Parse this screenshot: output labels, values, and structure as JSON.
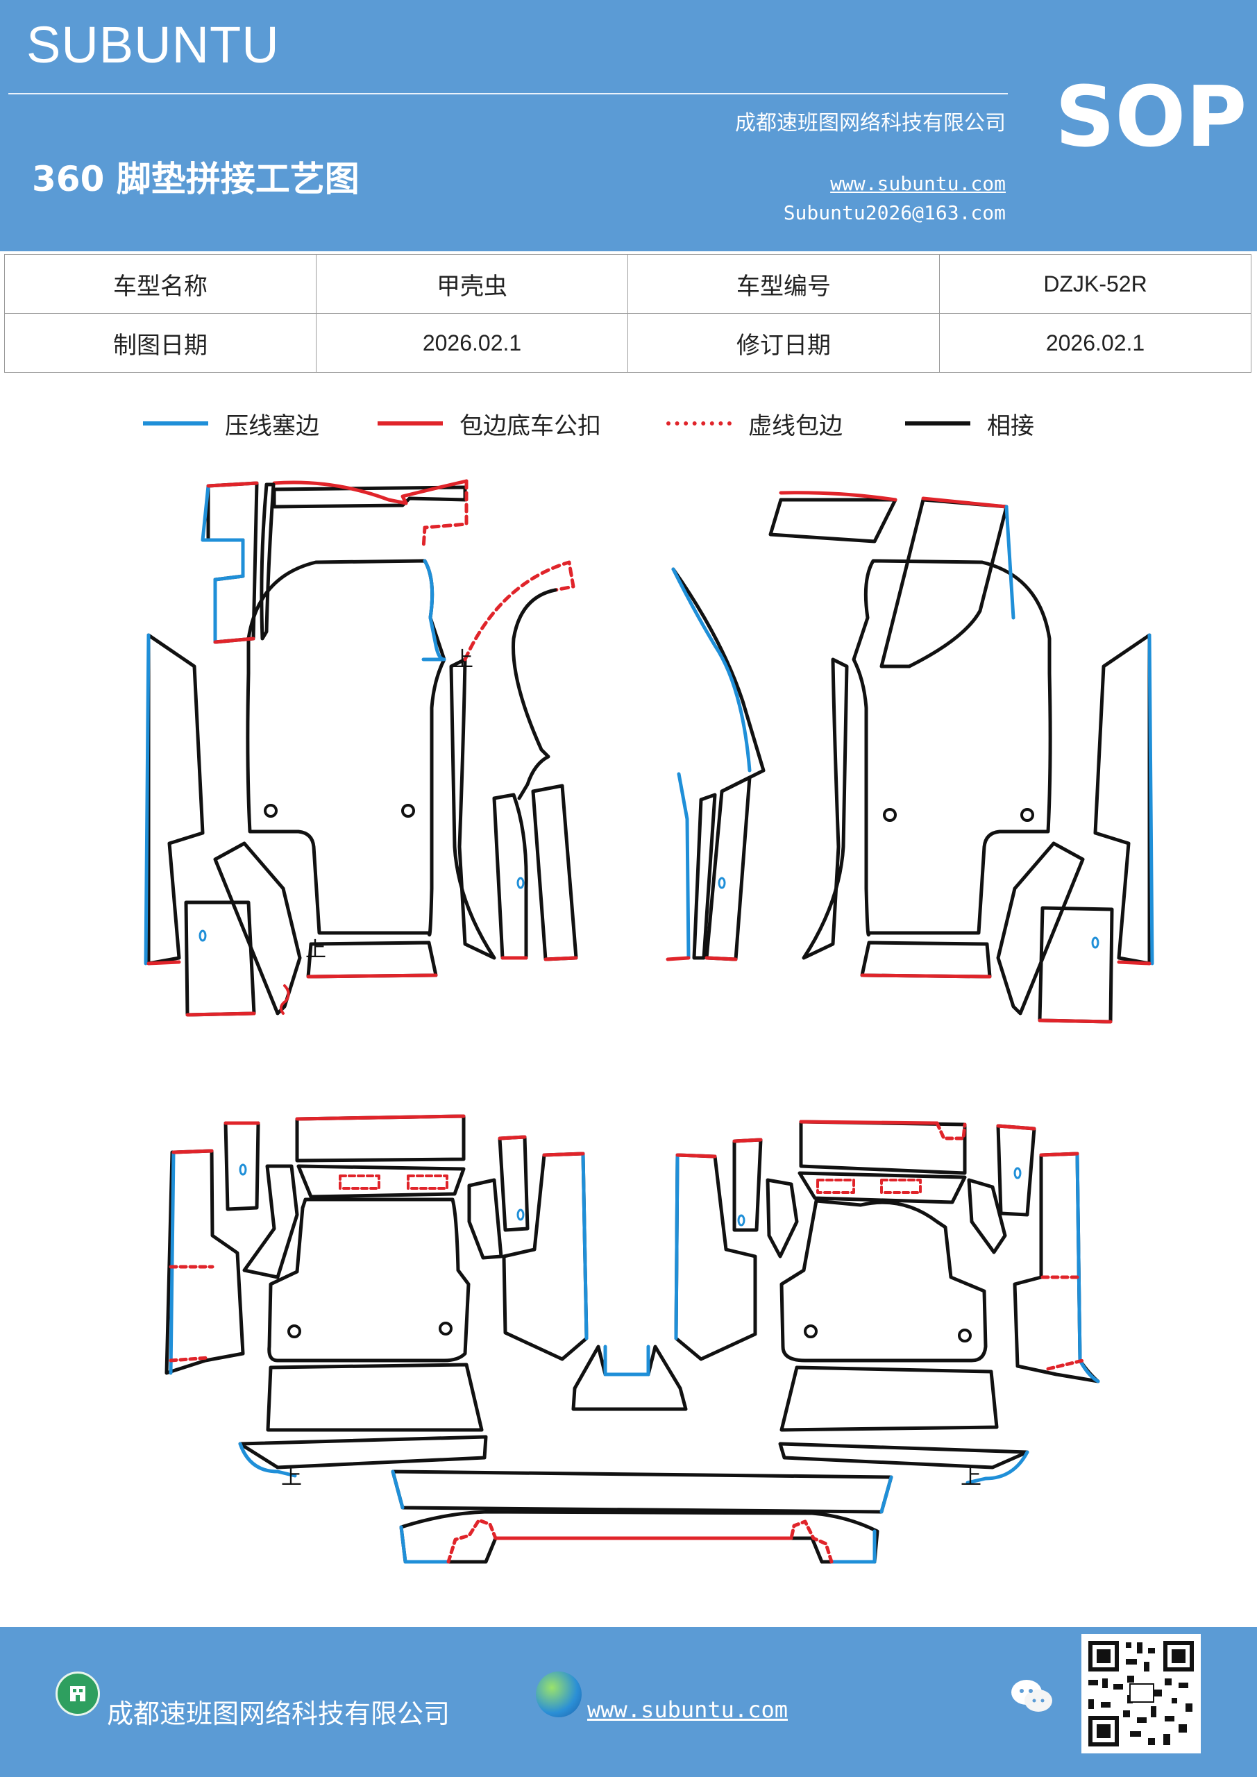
{
  "header": {
    "brand": "SUBUNTU",
    "badge": "SOP",
    "title": "360 脚垫拼接工艺图",
    "company": "成都速班图网络科技有限公司",
    "website": "www.subuntu.com",
    "email": "Subuntu2026@163.com",
    "background_color": "#5b9bd5"
  },
  "info_table": {
    "model_name_label": "车型名称",
    "model_name_value": "甲壳虫",
    "model_code_label": "车型编号",
    "model_code_value": "DZJK-52R",
    "draw_date_label": "制图日期",
    "draw_date_value": "2026.02.1",
    "revise_date_label": "修订日期",
    "revise_date_value": "2026.02.1"
  },
  "legend": [
    {
      "label": "压线塞边",
      "color": "#1f8fd8",
      "style": "solid"
    },
    {
      "label": "包边底车公扣",
      "color": "#e0242a",
      "style": "solid"
    },
    {
      "label": "虚线包边",
      "color": "#e0242a",
      "style": "dashed"
    },
    {
      "label": "相接",
      "color": "#111111",
      "style": "solid"
    }
  ],
  "diagram": {
    "mark_text": "上",
    "colors": {
      "press_tuck": "#1f8fd8",
      "hem": "#e0242a",
      "outline": "#111111"
    }
  },
  "footer": {
    "company": "成都速班图网络科技有限公司",
    "website": "www.subuntu.com",
    "icons": [
      "building-icon",
      "globe-icon",
      "wechat-icon",
      "qr-code"
    ]
  }
}
